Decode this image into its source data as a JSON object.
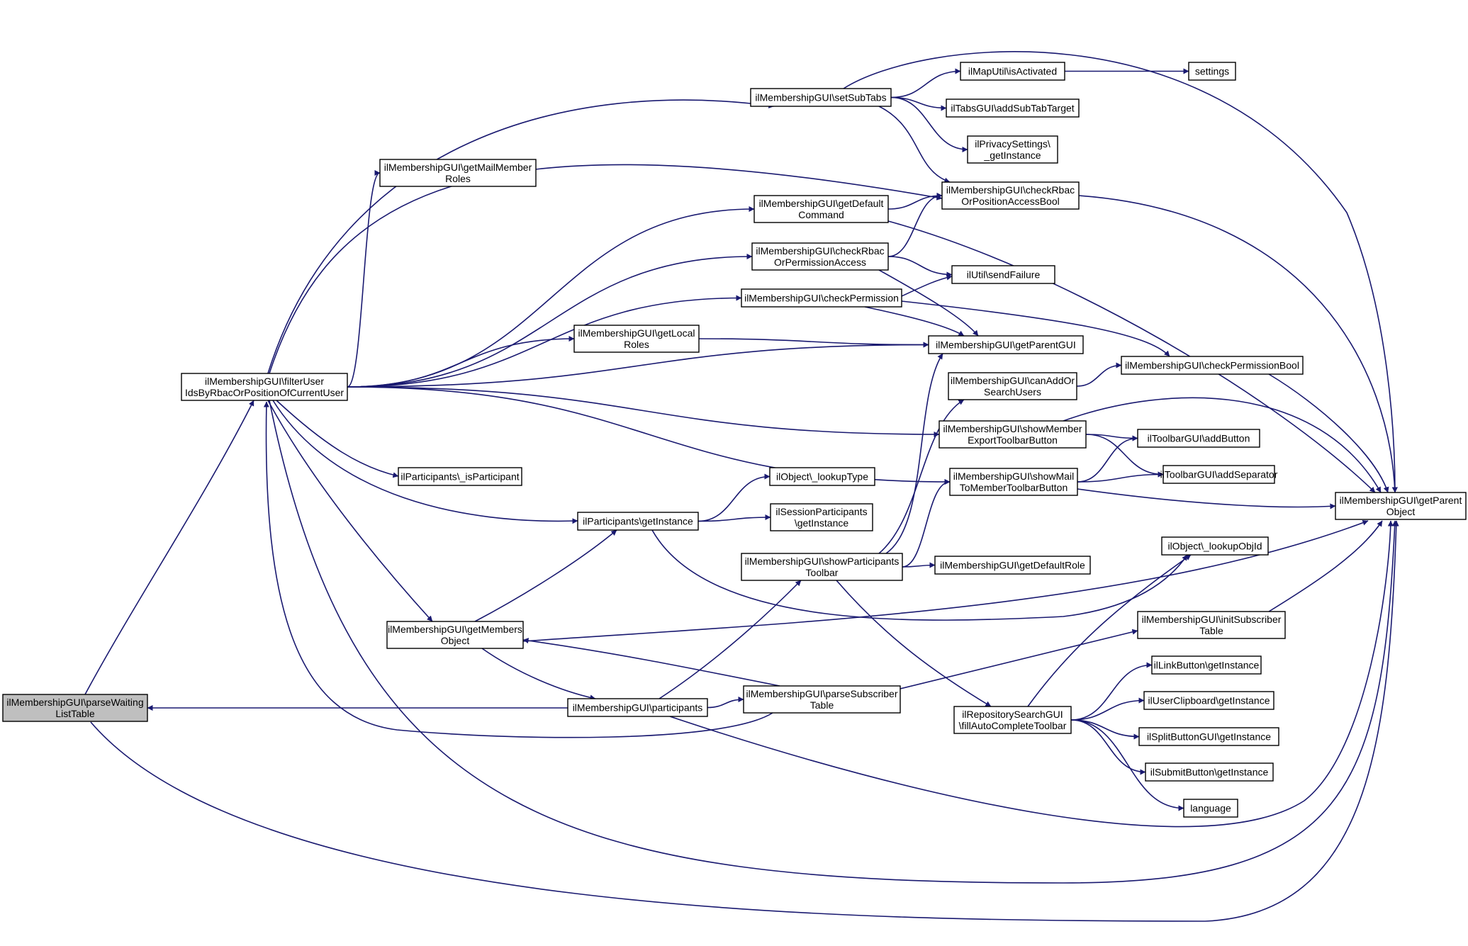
{
  "graph": {
    "type": "call-graph",
    "edge_color": "#191970",
    "root_fill": "#bfbfbf",
    "nodes": [
      {
        "id": "parseWaitingListTable",
        "lines": [
          "ilMembershipGUI\\parseWaiting",
          "ListTable"
        ],
        "root": true
      },
      {
        "id": "filterUser",
        "lines": [
          "ilMembershipGUI\\filterUser",
          "IdsByRbacOrPositionOfCurrentUser"
        ]
      },
      {
        "id": "setSubTabs",
        "lines": [
          "ilMembershipGUI\\setSubTabs"
        ]
      },
      {
        "id": "getMailMemberRoles",
        "lines": [
          "ilMembershipGUI\\getMailMember",
          "Roles"
        ]
      },
      {
        "id": "getDefaultCommand",
        "lines": [
          "ilMembershipGUI\\getDefault",
          "Command"
        ]
      },
      {
        "id": "checkRbacOrPermissionAccess",
        "lines": [
          "ilMembershipGUI\\checkRbac",
          "OrPermissionAccess"
        ]
      },
      {
        "id": "checkPermission",
        "lines": [
          "ilMembershipGUI\\checkPermission"
        ]
      },
      {
        "id": "getLocalRoles",
        "lines": [
          "ilMembershipGUI\\getLocal",
          "Roles"
        ]
      },
      {
        "id": "isParticipant",
        "lines": [
          "ilParticipants\\_isParticipant"
        ]
      },
      {
        "id": "participantsGetInstance",
        "lines": [
          "ilParticipants\\getInstance"
        ]
      },
      {
        "id": "getMembersObject",
        "lines": [
          "ilMembershipGUI\\getMembers",
          "Object"
        ]
      },
      {
        "id": "participants",
        "lines": [
          "ilMembershipGUI\\participants"
        ]
      },
      {
        "id": "parseSubscriberTable",
        "lines": [
          "ilMembershipGUI\\parseSubscriber",
          "Table"
        ]
      },
      {
        "id": "showParticipantsToolbar",
        "lines": [
          "ilMembershipGUI\\showParticipants",
          "Toolbar"
        ]
      },
      {
        "id": "lookupType",
        "lines": [
          "ilObject\\_lookupType"
        ]
      },
      {
        "id": "sessionParticipants",
        "lines": [
          "ilSessionParticipants",
          "\\getInstance"
        ]
      },
      {
        "id": "isActivated",
        "lines": [
          "ilMapUtil\\isActivated"
        ]
      },
      {
        "id": "settings",
        "lines": [
          "settings"
        ]
      },
      {
        "id": "addSubTabTarget",
        "lines": [
          "ilTabsGUI\\addSubTabTarget"
        ]
      },
      {
        "id": "privacySettings",
        "lines": [
          "ilPrivacySettings\\",
          "_getInstance"
        ]
      },
      {
        "id": "checkRbacOrPositionAccessBool",
        "lines": [
          "ilMembershipGUI\\checkRbac",
          "OrPositionAccessBool"
        ]
      },
      {
        "id": "sendFailure",
        "lines": [
          "ilUtil\\sendFailure"
        ]
      },
      {
        "id": "getParentGUI",
        "lines": [
          "ilMembershipGUI\\getParentGUI"
        ]
      },
      {
        "id": "canAddOrSearchUsers",
        "lines": [
          "ilMembershipGUI\\canAddOr",
          "SearchUsers"
        ]
      },
      {
        "id": "showMemberExport",
        "lines": [
          "ilMembershipGUI\\showMember",
          "ExportToolbarButton"
        ]
      },
      {
        "id": "showMailToMember",
        "lines": [
          "ilMembershipGUI\\showMail",
          "ToMemberToolbarButton"
        ]
      },
      {
        "id": "getDefaultRole",
        "lines": [
          "ilMembershipGUI\\getDefaultRole"
        ]
      },
      {
        "id": "fillAutoComplete",
        "lines": [
          "ilRepositorySearchGUI",
          "\\fillAutoCompleteToolbar"
        ]
      },
      {
        "id": "checkPermissionBool",
        "lines": [
          "ilMembershipGUI\\checkPermissionBool"
        ]
      },
      {
        "id": "addButton",
        "lines": [
          "ilToolbarGUI\\addButton"
        ]
      },
      {
        "id": "addSeparator",
        "lines": [
          "ilToolbarGUI\\addSeparator"
        ]
      },
      {
        "id": "lookupObjId",
        "lines": [
          "ilObject\\_lookupObjId"
        ]
      },
      {
        "id": "initSubscriberTable",
        "lines": [
          "ilMembershipGUI\\initSubscriber",
          "Table"
        ]
      },
      {
        "id": "linkButton",
        "lines": [
          "ilLinkButton\\getInstance"
        ]
      },
      {
        "id": "userClipboard",
        "lines": [
          "ilUserClipboard\\getInstance"
        ]
      },
      {
        "id": "splitButton",
        "lines": [
          "ilSplitButtonGUI\\getInstance"
        ]
      },
      {
        "id": "submitButton",
        "lines": [
          "ilSubmitButton\\getInstance"
        ]
      },
      {
        "id": "language",
        "lines": [
          "language"
        ]
      },
      {
        "id": "getParentObject",
        "lines": [
          "ilMembershipGUI\\getParent",
          "Object"
        ]
      }
    ],
    "edges": [
      [
        "parseWaitingListTable",
        "filterUser"
      ],
      [
        "parseWaitingListTable",
        "getParentObject"
      ],
      [
        "participants",
        "parseWaitingListTable"
      ],
      [
        "filterUser",
        "setSubTabs"
      ],
      [
        "filterUser",
        "getMailMemberRoles"
      ],
      [
        "filterUser",
        "checkRbacOrPositionAccessBool"
      ],
      [
        "filterUser",
        "getDefaultCommand"
      ],
      [
        "filterUser",
        "checkRbacOrPermissionAccess"
      ],
      [
        "filterUser",
        "checkPermission"
      ],
      [
        "filterUser",
        "getLocalRoles"
      ],
      [
        "filterUser",
        "getParentGUI"
      ],
      [
        "filterUser",
        "showMemberExport"
      ],
      [
        "filterUser",
        "showMailToMember"
      ],
      [
        "filterUser",
        "isParticipant"
      ],
      [
        "filterUser",
        "participantsGetInstance"
      ],
      [
        "filterUser",
        "getMembersObject"
      ],
      [
        "filterUser",
        "getParentObject"
      ],
      [
        "parseSubscriberTable",
        "filterUser"
      ],
      [
        "setSubTabs",
        "isActivated"
      ],
      [
        "setSubTabs",
        "addSubTabTarget"
      ],
      [
        "setSubTabs",
        "privacySettings"
      ],
      [
        "setSubTabs",
        "checkRbacOrPositionAccessBool"
      ],
      [
        "setSubTabs",
        "getParentObject"
      ],
      [
        "isActivated",
        "settings"
      ],
      [
        "getDefaultCommand",
        "checkRbacOrPositionAccessBool"
      ],
      [
        "getDefaultCommand",
        "getParentObject"
      ],
      [
        "checkRbacOrPermissionAccess",
        "checkRbacOrPositionAccessBool"
      ],
      [
        "checkRbacOrPermissionAccess",
        "sendFailure"
      ],
      [
        "checkRbacOrPermissionAccess",
        "getParentGUI"
      ],
      [
        "checkPermission",
        "sendFailure"
      ],
      [
        "checkPermission",
        "getParentGUI"
      ],
      [
        "checkPermission",
        "checkPermissionBool"
      ],
      [
        "getLocalRoles",
        "getParentGUI"
      ],
      [
        "checkRbacOrPositionAccessBool",
        "getParentObject"
      ],
      [
        "canAddOrSearchUsers",
        "checkPermissionBool"
      ],
      [
        "checkPermissionBool",
        "getParentObject"
      ],
      [
        "showMemberExport",
        "addButton"
      ],
      [
        "showMemberExport",
        "addSeparator"
      ],
      [
        "showMemberExport",
        "getParentObject"
      ],
      [
        "showMailToMember",
        "addButton"
      ],
      [
        "showMailToMember",
        "addSeparator"
      ],
      [
        "showMailToMember",
        "getParentObject"
      ],
      [
        "participantsGetInstance",
        "lookupType"
      ],
      [
        "participantsGetInstance",
        "sessionParticipants"
      ],
      [
        "participantsGetInstance",
        "lookupObjId"
      ],
      [
        "getMembersObject",
        "participantsGetInstance"
      ],
      [
        "getMembersObject",
        "participants"
      ],
      [
        "getMembersObject",
        "getParentObject"
      ],
      [
        "participants",
        "showParticipantsToolbar"
      ],
      [
        "participants",
        "parseSubscriberTable"
      ],
      [
        "participants",
        "getParentObject"
      ],
      [
        "parseSubscriberTable",
        "getMembersObject"
      ],
      [
        "parseSubscriberTable",
        "initSubscriberTable"
      ],
      [
        "showParticipantsToolbar",
        "getParentGUI"
      ],
      [
        "showParticipantsToolbar",
        "canAddOrSearchUsers"
      ],
      [
        "showParticipantsToolbar",
        "showMailToMember"
      ],
      [
        "showParticipantsToolbar",
        "getDefaultRole"
      ],
      [
        "showParticipantsToolbar",
        "fillAutoComplete"
      ],
      [
        "fillAutoComplete",
        "lookupObjId"
      ],
      [
        "fillAutoComplete",
        "linkButton"
      ],
      [
        "fillAutoComplete",
        "userClipboard"
      ],
      [
        "fillAutoComplete",
        "splitButton"
      ],
      [
        "fillAutoComplete",
        "submitButton"
      ],
      [
        "fillAutoComplete",
        "language"
      ],
      [
        "initSubscriberTable",
        "getParentObject"
      ]
    ]
  }
}
